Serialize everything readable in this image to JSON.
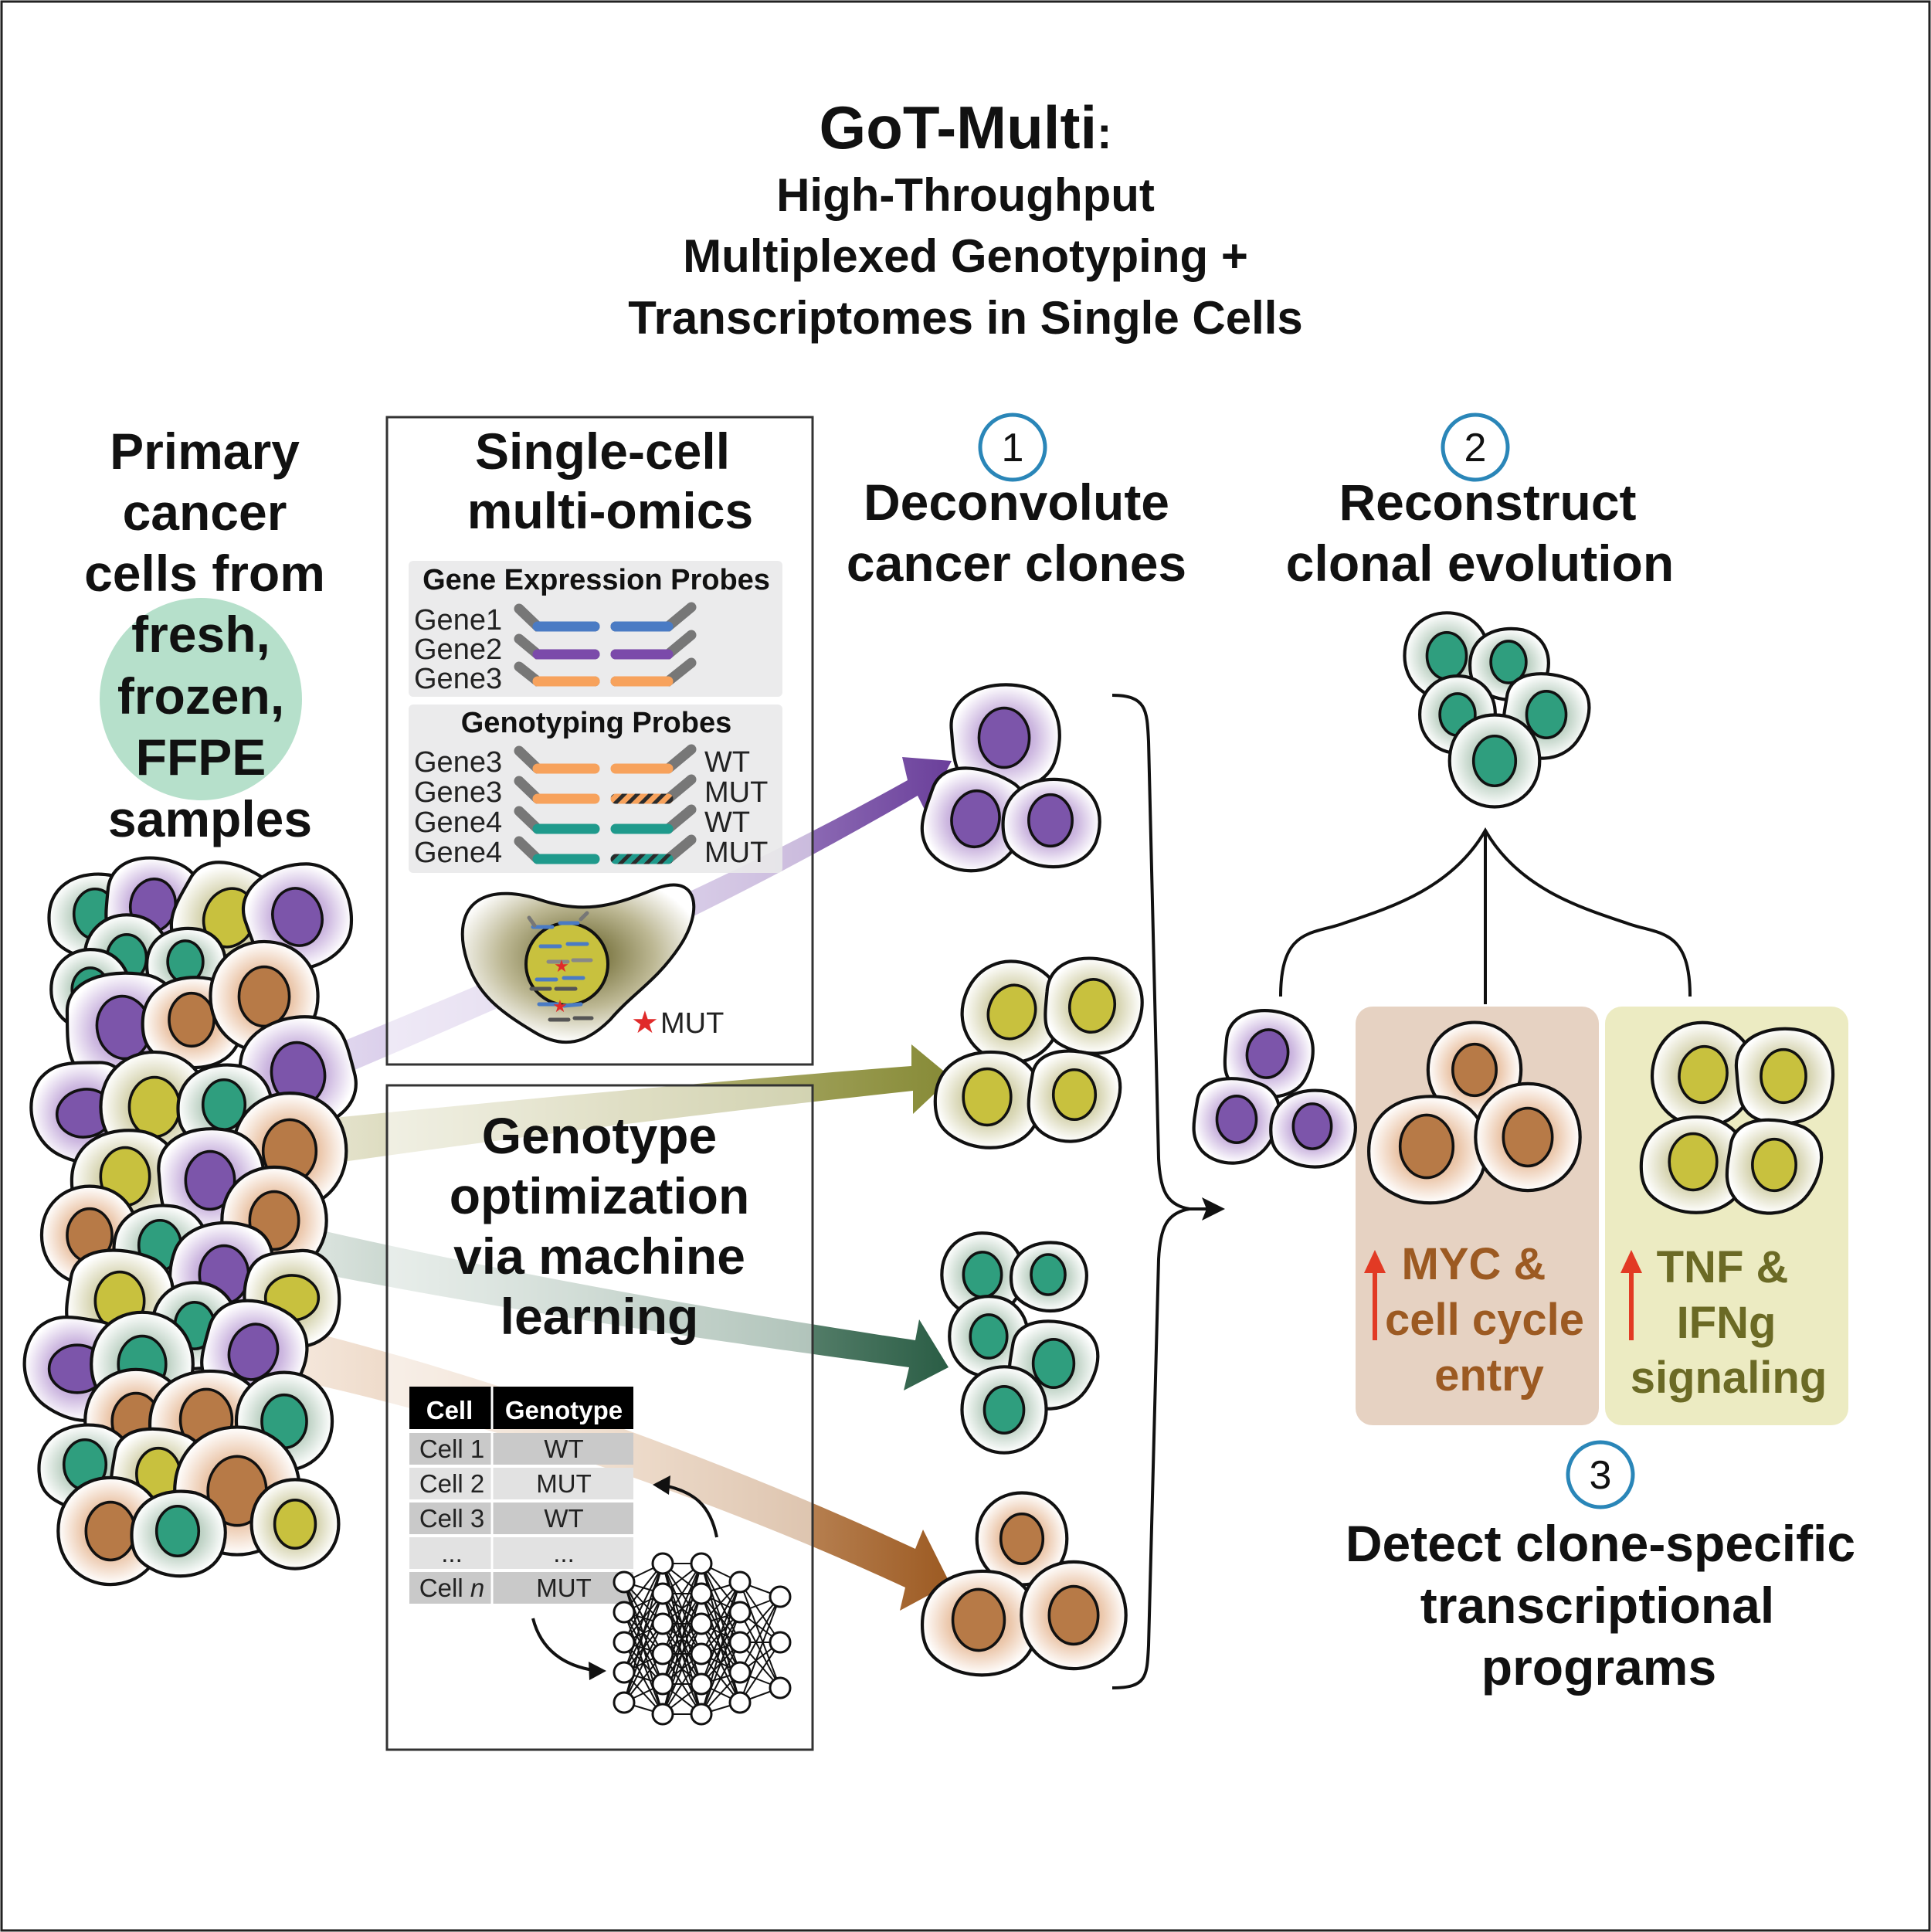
{
  "title": {
    "main": "GoT-Multi",
    "colon": ":",
    "line1": "High-Throughput",
    "line2": "Multiplexed Genotyping +",
    "line3": "Transcriptomes in Single Cells"
  },
  "left": {
    "line1": "Primary",
    "line2": "cancer",
    "line3": "cells from",
    "line4": "fresh,",
    "line5": "frozen,",
    "line6": "FFPE",
    "line7": "samples"
  },
  "multiomics": {
    "title1": "Single-cell",
    "title2": "multi-omics",
    "expr_header": "Gene Expression Probes",
    "expr_genes": [
      "Gene1",
      "Gene2",
      "Gene3"
    ],
    "geno_header": "Genotyping Probes",
    "geno_genes": [
      "Gene3",
      "Gene3",
      "Gene4",
      "Gene4"
    ],
    "geno_status": [
      "WT",
      "MUT",
      "WT",
      "MUT"
    ],
    "mut_legend": "MUT"
  },
  "optimization": {
    "title1": "Genotype",
    "title2": "optimization",
    "title3": "via machine",
    "title4": "learning",
    "table_headers": [
      "Cell",
      "Genotype"
    ],
    "table_rows": [
      [
        "Cell 1",
        "WT"
      ],
      [
        "Cell 2",
        "MUT"
      ],
      [
        "Cell 3",
        "WT"
      ],
      [
        "...",
        "..."
      ],
      [
        "Cell n",
        "MUT"
      ]
    ]
  },
  "steps": [
    {
      "number": "1",
      "line1": "Deconvolute",
      "line2": "cancer clones"
    },
    {
      "number": "2",
      "line1": "Reconstruct",
      "line2": "clonal evolution"
    },
    {
      "number": "3",
      "line1": "Detect clone-specific",
      "line2": "transcriptional",
      "line3": "programs"
    }
  ],
  "programs": {
    "myc_line1": "MYC &",
    "myc_line2": "cell cycle",
    "myc_line3": "entry",
    "tnf_line1": "TNF &",
    "tnf_line2": "IFNg",
    "tnf_line3": "signaling"
  },
  "colors": {
    "purple": "#6a3f9a",
    "olive": "#868a36",
    "green": "#2a5d45",
    "brown": "#9c5a22",
    "step_circle": "#2a86b8",
    "myc_text": "#9c5a22",
    "tnf_text": "#6b6a25",
    "up_arrow": "#e23a24",
    "panel_myc": "#e6d2c2",
    "panel_tnf": "#ecebc2",
    "sample_circle": "#b6e0cb"
  }
}
